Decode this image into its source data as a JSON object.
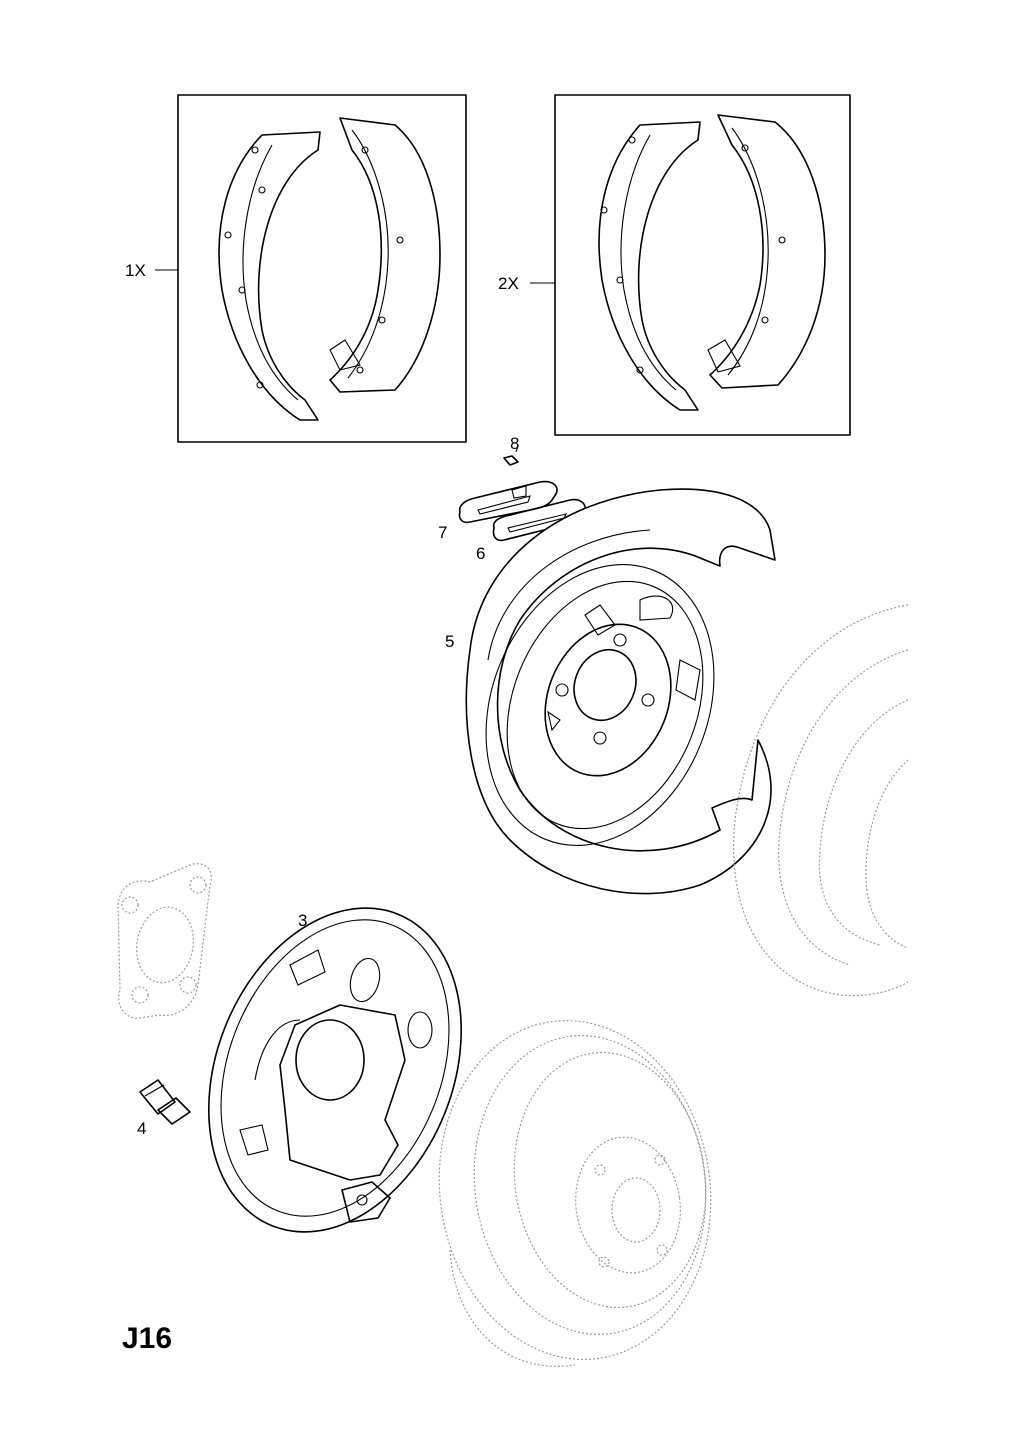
{
  "callouts": {
    "kit_1": "1X",
    "kit_2": "2X",
    "part_3": "3",
    "part_4": "4",
    "part_5": "5",
    "part_6": "6",
    "part_7": "7",
    "part_8": "8"
  },
  "page_code": "J16"
}
